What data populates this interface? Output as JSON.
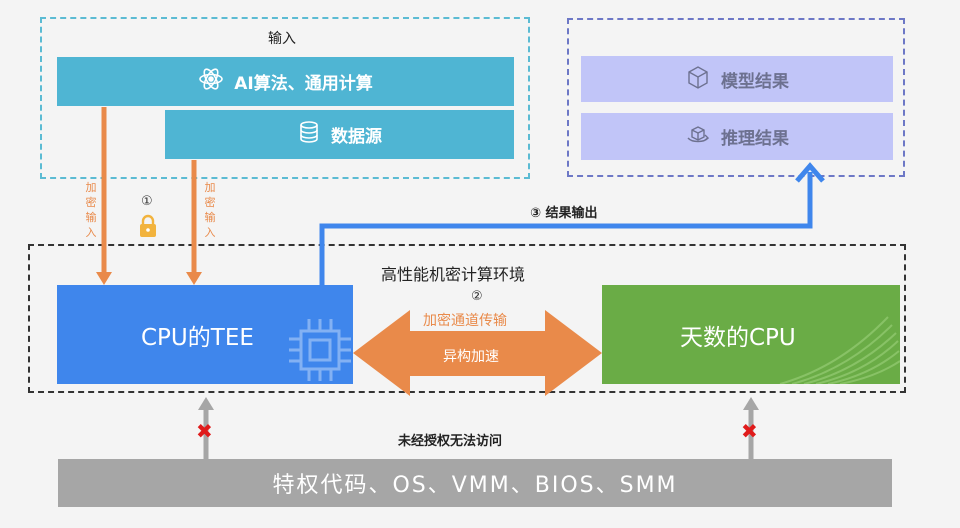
{
  "input": {
    "title": "输入",
    "ai_label": "AI算法、通用计算",
    "datasource_label": "数据源",
    "enc_input_left": "加密输入",
    "enc_input_right": "加密输入"
  },
  "output": {
    "model_label": "模型结果",
    "inference_label": "推理结果"
  },
  "flow": {
    "step1_marker": "①",
    "step2_marker": "②",
    "step3_label": "③ 结果输出",
    "encrypted_channel": "加密通道传输",
    "hetero_accel": "异构加速"
  },
  "env": {
    "title": "高性能机密计算环境",
    "cpu_tee_label": "CPU的TEE",
    "tianshu_cpu_label": "天数的CPU"
  },
  "bottom": {
    "no_access_label": "未经授权无法访问",
    "privileged_label": "特权代码、OS、VMM、BIOS、SMM"
  },
  "colors": {
    "teal": "#4fb5d3",
    "lavender": "#c1c5f8",
    "blue": "#3f86ec",
    "green": "#6aac46",
    "orange": "#e98a4a",
    "gray": "#a6a6a6",
    "red": "#e01b1b"
  },
  "icons": [
    "atom-icon",
    "database-icon",
    "cube-icon",
    "rotate-cube-icon",
    "lock-icon",
    "chip-icon",
    "x-icon"
  ]
}
